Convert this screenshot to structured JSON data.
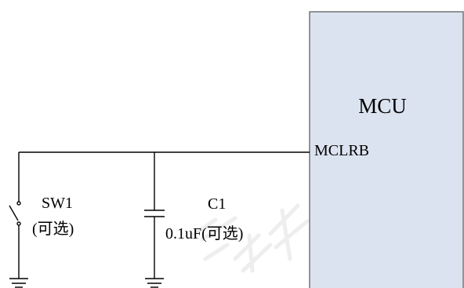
{
  "mcu": {
    "title": "MCU",
    "pin_label": "MCLRB",
    "fill_color": "#dce3f0",
    "border_color": "#555555"
  },
  "switch": {
    "name": "SW1",
    "note": "(可选)"
  },
  "capacitor": {
    "name": "C1",
    "value": "0.1uF(可选)"
  },
  "colors": {
    "wire": "#000000",
    "background": "#ffffff"
  }
}
